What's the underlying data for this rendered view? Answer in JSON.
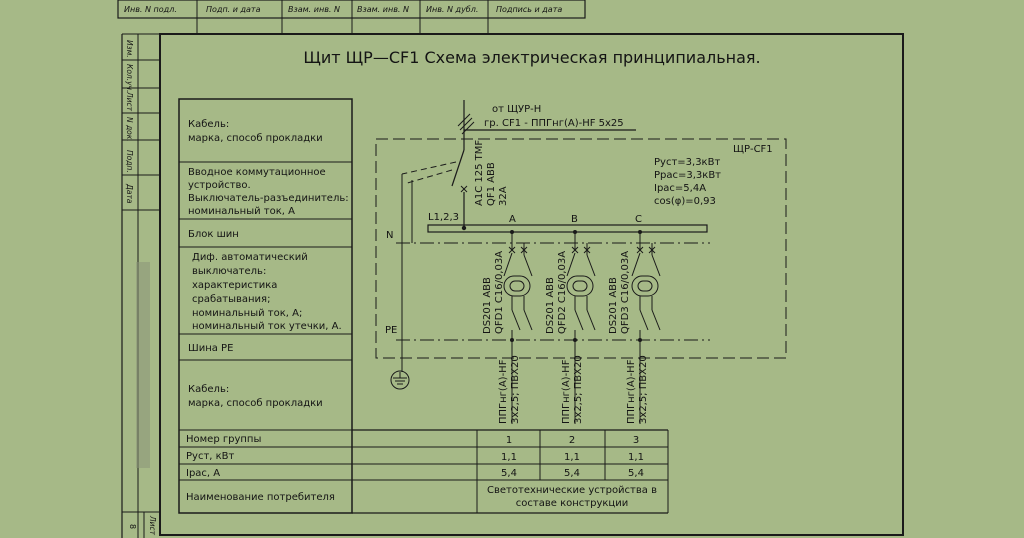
{
  "stamp_top": [
    "Инв. N подл.",
    "Подп. и дата",
    "Взам. инв. N",
    "Взам. инв. N",
    "Инв. N дубл.",
    "Подпись и дата"
  ],
  "stamp_left": [
    "Изм.",
    "Кол.уч.",
    "Лист",
    "N док.",
    "Подп.",
    "Дата"
  ],
  "sheet_label": "Лист",
  "sheet_number": "8",
  "title": "Щит ЩР—CF1 Схема электрическая принципиальная.",
  "labels": {
    "cable_in": [
      "Кабель:",
      "марка, способ прокладки"
    ],
    "input_device": [
      "Вводное коммутационное",
      "устройство.",
      "Выключатель-разъединитель:",
      "номинальный ток, А"
    ],
    "busbar": [
      "Блок шин"
    ],
    "rcbo": [
      "Диф. автоматический",
      "выключатель:",
      "характеристика",
      "срабатывания;",
      "номинальный ток, А;",
      "номинальный ток утечки, А."
    ],
    "pe_bus": [
      "Шина PE"
    ],
    "cable_out": [
      "Кабель:",
      "марка, способ прокладки"
    ]
  },
  "supply": {
    "from": "от ЩУР-Н",
    "line": "гр. CF1 - ППГнг(А)-HF 5х25"
  },
  "panel_name": "ЩР-CF1",
  "params": [
    "Руст=3,3кВт",
    "Ррас=3,3кВт",
    "Iрас=5,4А",
    "cos(φ)=0,93"
  ],
  "main_breaker": [
    "А1С 125 TMF",
    "QF1 ABB",
    "32А"
  ],
  "bus_labels": {
    "phases": "L1,2,3",
    "neutral": "N",
    "pe": "PE",
    "a": "A",
    "b": "B",
    "c": "C"
  },
  "breakers": [
    {
      "line1": "DS201 ABB",
      "line2": "QFD1 C16/0,03А"
    },
    {
      "line1": "DS201 ABB",
      "line2": "QFD2 C16/0,03А"
    },
    {
      "line1": "DS201 ABB",
      "line2": "QFD3 C16/0,03А"
    }
  ],
  "out_cables": [
    {
      "line1": "ППГнг(А)-HF",
      "line2": "3х2,5; ПВХ20"
    },
    {
      "line1": "ППГнг(А)-HF",
      "line2": "3х2,5; ПВХ20"
    },
    {
      "line1": "ППГнг(А)-HF",
      "line2": "3х2,5; ПВХ20"
    }
  ],
  "table": {
    "rows": [
      "Номер группы",
      "Руст, кВт",
      "Iрас, А",
      "Наименование потребителя"
    ],
    "groups": [
      "1",
      "2",
      "3"
    ],
    "power": [
      "1,1",
      "1,1",
      "1,1"
    ],
    "current": [
      "5,4",
      "5,4",
      "5,4"
    ],
    "consumer": [
      "Светотехнические устройства в",
      "составе конструкции"
    ]
  }
}
